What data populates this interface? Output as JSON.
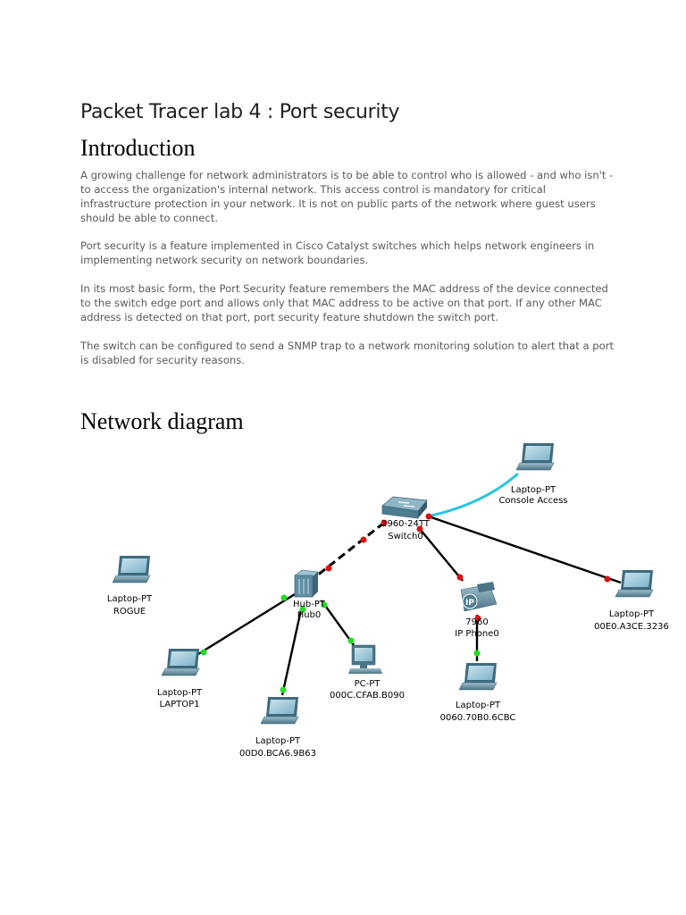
{
  "title": "Packet Tracer lab 4 : Port security",
  "intro_heading": "Introduction",
  "paragraphs": [
    "A growing challenge for network administrators is to be able to control who is allowed - and who isn't - to access the organization's internal network. This access control is mandatory for critical infrastructure protection in your network. It is not on public parts of the network where guest users should be able to connect.",
    "Port security is a feature implemented in Cisco Catalyst switches which helps network engineers in implementing network security on network boundaries.",
    "In its most basic form, the Port Security feature remembers the MAC address of the device connected to the switch edge port and allows only that MAC address to be active on that port. If any other MAC address is detected on that port, port security feature shutdown the switch port.",
    "The switch can be configured to send a SNMP trap to a network monitoring solution to alert that a port is disabled for security reasons."
  ],
  "diagram_heading": "Network diagram",
  "diagram": {
    "link_colors": {
      "up": "#22dd22",
      "down": "#dd1111",
      "console": "#29c4e0"
    },
    "devices": {
      "console_laptop": {
        "type": "Laptop-PT",
        "name": "Console Access",
        "icon": "laptop-icon"
      },
      "switch": {
        "type": "2960-24TT",
        "name": "Switch0",
        "icon": "switch-icon"
      },
      "hub": {
        "type": "Hub-PT",
        "name": "Hub0",
        "icon": "hub-icon"
      },
      "rogue": {
        "type": "Laptop-PT",
        "name": "ROGUE",
        "icon": "laptop-icon"
      },
      "laptop1": {
        "type": "Laptop-PT",
        "name": "LAPTOP1",
        "icon": "laptop-icon"
      },
      "laptop_b63": {
        "type": "Laptop-PT",
        "name": "00D0.BCA6.9B63",
        "icon": "laptop-icon"
      },
      "pc": {
        "type": "PC-PT",
        "name": "000C.CFAB.B090",
        "icon": "pc-icon"
      },
      "phone": {
        "type": "7960",
        "name": "IP Phone0",
        "icon": "ip-phone-icon"
      },
      "laptop_cbc": {
        "type": "Laptop-PT",
        "name": "0060.70B0.6CBC",
        "icon": "laptop-icon"
      },
      "laptop_236": {
        "type": "Laptop-PT",
        "name": "00E0.A3CE.3236",
        "icon": "laptop-icon"
      }
    }
  }
}
